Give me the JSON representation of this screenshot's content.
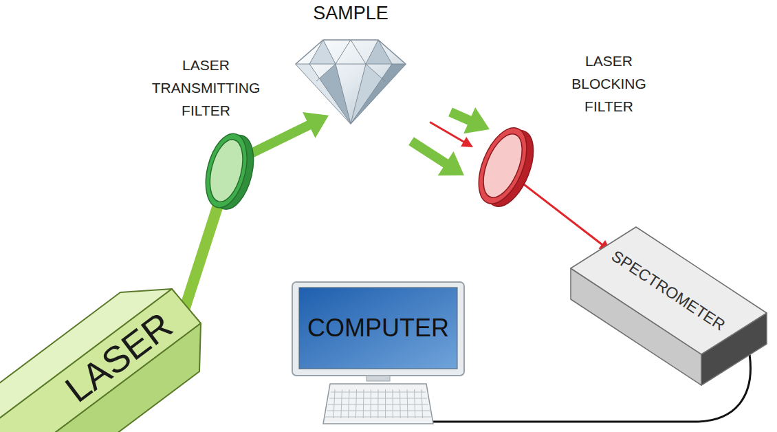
{
  "diagram": {
    "nodes": [
      {
        "text": [
          "SAMPLE"
        ]
      },
      {
        "text": [
          "LASER TRANSMITTING FILTER"
        ]
      },
      {
        "text": [
          "LASER BLOCKING FILTER"
        ]
      },
      {
        "text": [
          "LASER"
        ]
      },
      {
        "text": [
          "COMPUTER"
        ]
      },
      {
        "text": [
          "SPECTROMETER"
        ]
      }
    ],
    "edges": [
      {
        "from": 3,
        "to": 1,
        "arrow": "none"
      },
      {
        "from": 1,
        "to": 0,
        "arrow": "to"
      },
      {
        "from": 0,
        "to": 2,
        "arrow": "to"
      },
      {
        "from": 0,
        "to": 2,
        "arrow": "to"
      },
      {
        "from": 0,
        "to": 2,
        "arrow": "to"
      },
      {
        "from": 2,
        "to": 5,
        "arrow": "to"
      },
      {
        "from": 5,
        "to": 4,
        "arrow": "none"
      }
    ]
  }
}
